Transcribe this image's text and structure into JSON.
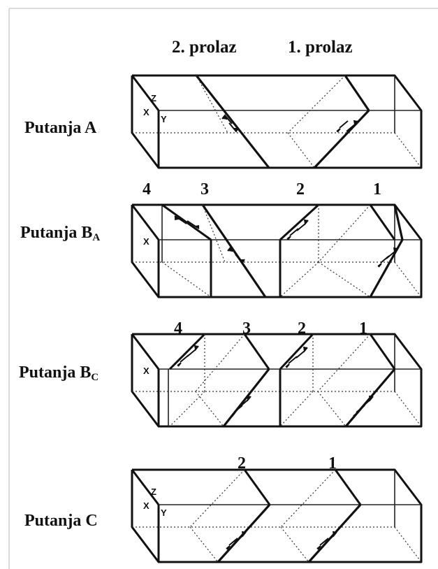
{
  "header": {
    "pass2": "2.  prolaz",
    "pass1": "1. prolaz"
  },
  "rows": [
    {
      "label": "Putanja A",
      "sub": "",
      "numbers": []
    },
    {
      "label": "Putanja B",
      "sub": "A",
      "numbers": [
        "4",
        "3",
        "2",
        "1"
      ]
    },
    {
      "label": "Putanja B",
      "sub": "C",
      "numbers": [
        "4",
        "3",
        "2",
        "1"
      ]
    },
    {
      "label": "Putanja C",
      "sub": "",
      "numbers": [
        "2",
        "1"
      ]
    }
  ],
  "axes": {
    "x": "X",
    "y": "Y",
    "z": "Z"
  }
}
